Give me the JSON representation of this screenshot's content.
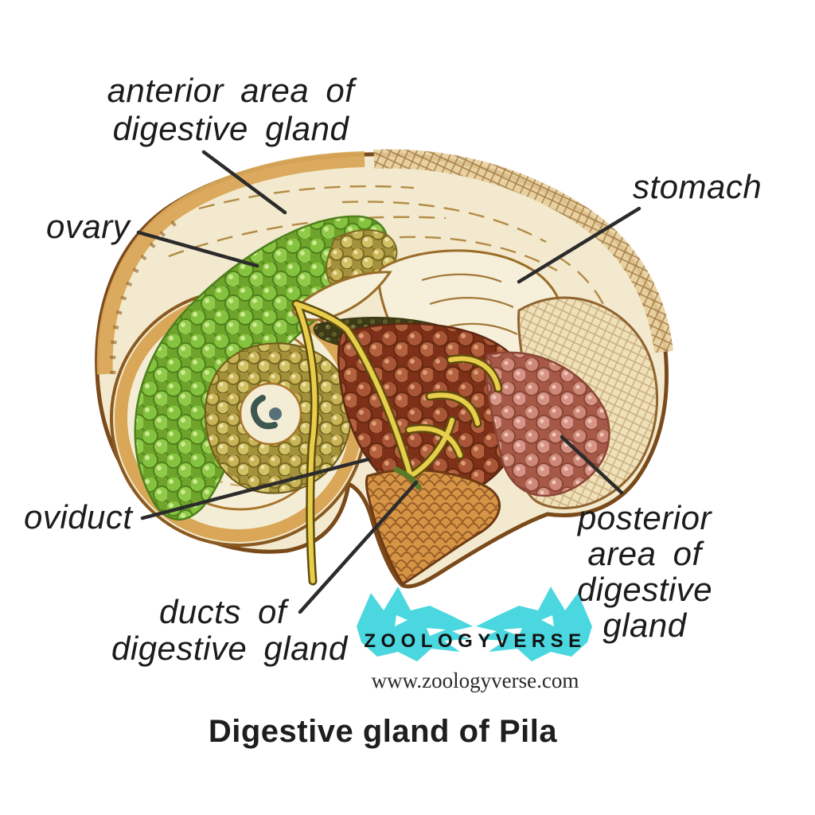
{
  "title": "Digestive gland of Pila",
  "labels": {
    "anterior": {
      "lines": [
        "anterior area of",
        "digestive gland"
      ]
    },
    "stomach": {
      "lines": [
        "stomach"
      ]
    },
    "ovary": {
      "lines": [
        "ovary"
      ]
    },
    "oviduct": {
      "lines": [
        "oviduct"
      ]
    },
    "ducts": {
      "lines": [
        "ducts of",
        "digestive gland"
      ]
    },
    "posterior": {
      "lines": [
        "posterior",
        "area of",
        "digestive",
        "gland"
      ]
    }
  },
  "watermark": {
    "brand": "ZOOLOGYVERSE",
    "url": "www.zoologyverse.com",
    "logo_icon": "twin-wolf-heads-icon",
    "logo_color": "#4AD7DF"
  },
  "figure": {
    "subject": "Labeled diagram of the digestive gland of Pila (apple snail) visceral spiral",
    "parts": [
      "anterior area of digestive gland",
      "ovary",
      "oviduct",
      "ducts of digestive gland",
      "stomach",
      "posterior area of digestive gland"
    ],
    "colors": {
      "shell_rim": "#D9A757",
      "interior_cream": "#F2E9CE",
      "ovary_green": "#82BE3C",
      "coil_olive": "#C9B557",
      "gland_dark_red": "#A85538",
      "posterior_pink": "#CD8878",
      "posterior_bulge_tan": "#EFE0B8",
      "tip_orange": "#D69445",
      "duct_yellow": "#E8CE4A",
      "outline_brown": "#7A4A1A",
      "leader_line": "#2B2B2B",
      "label_text": "#1C1C1C"
    }
  }
}
